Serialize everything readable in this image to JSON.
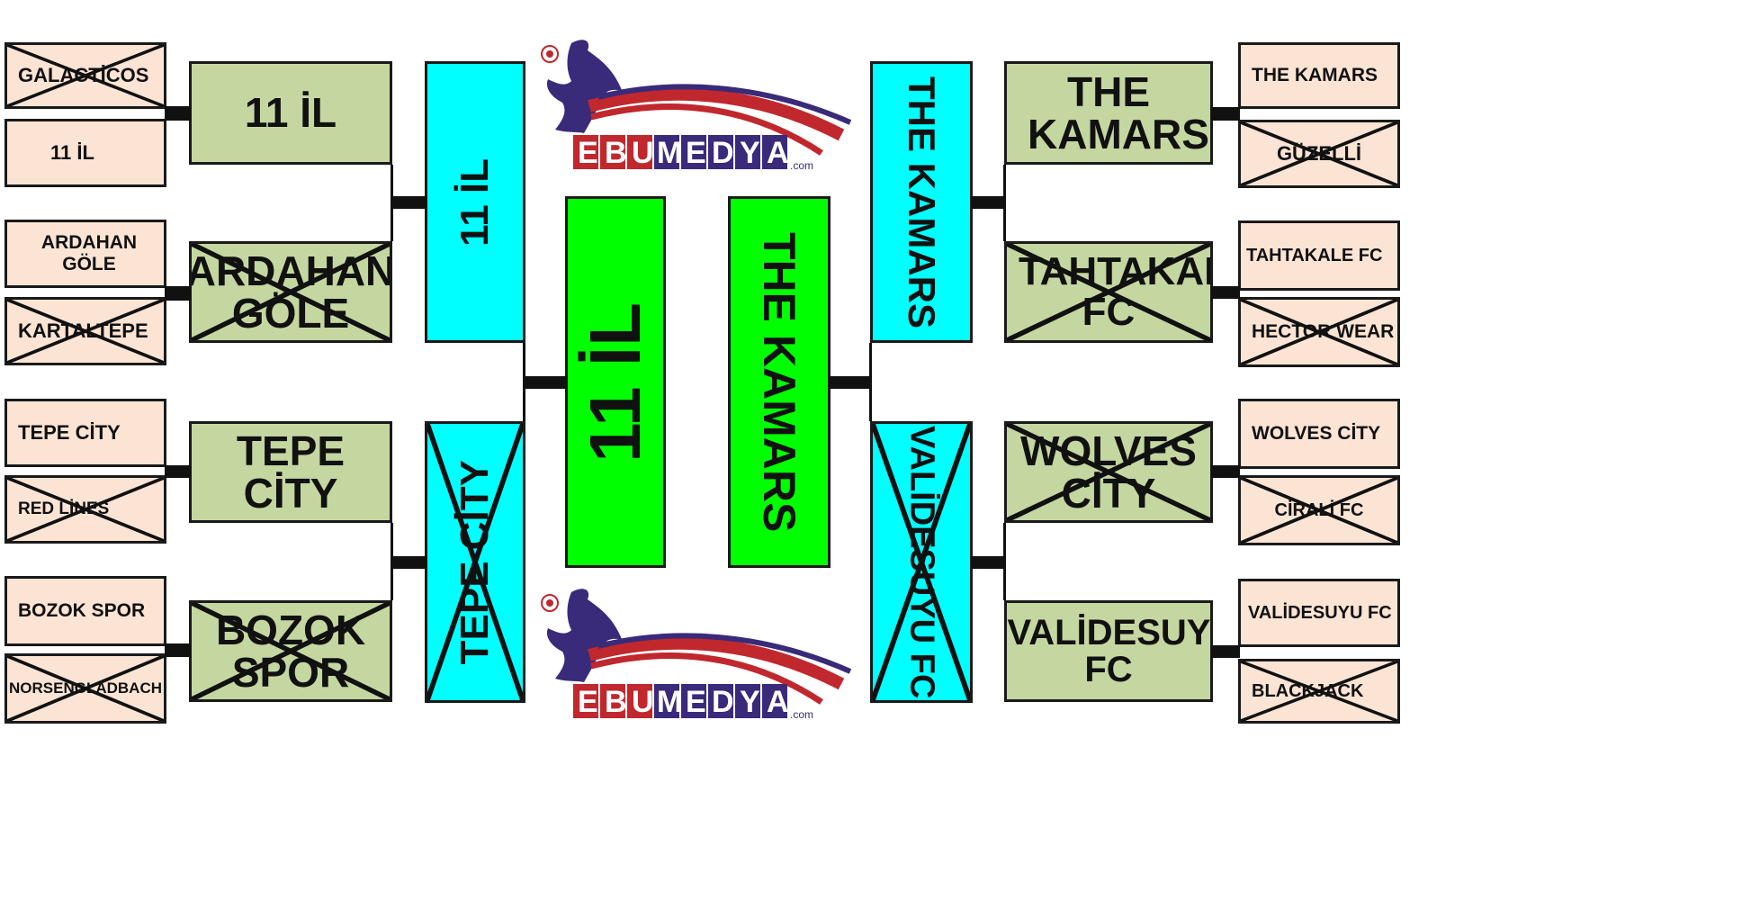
{
  "bracket": {
    "left": {
      "round1": [
        "GALACTİCOS",
        "11 İL",
        "ARDAHAN GÖLE",
        "KARTALTEPE",
        "TEPE CİTY",
        "RED LİNES",
        "BOZOK SPOR",
        "NORSENGLADBACH"
      ],
      "round2": [
        "11 İL",
        "ARDAHAN GÖLE",
        "TEPE CİTY",
        "BOZOK SPOR"
      ],
      "round3": [
        "11 İL",
        "TEPE CİTY"
      ],
      "final": "11 İL"
    },
    "right": {
      "round1": [
        "THE KAMARS",
        "GÜZELLİ",
        "TAHTAKALE FC",
        "HECTOR WEAR",
        "WOLVES CİTY",
        "CİRALİ FC",
        "VALİDESUYU FC",
        "BLACKJACK"
      ],
      "round2": [
        "THE KAMARS",
        "TAHTAKALE FC",
        "WOLVES CİTY",
        "VALİDESUYU FC"
      ],
      "round3": [
        "THE KAMARS",
        "VALİDESUYU FC"
      ],
      "final": "THE KAMARS"
    }
  },
  "logo": {
    "letters": [
      "E",
      "B",
      "U",
      "M",
      "E",
      "D",
      "Y",
      "A"
    ],
    "suffix": ".com"
  },
  "colors": {
    "round1": "#fce4d4",
    "round2": "#c5d7a0",
    "round3": "#00ffff",
    "final": "#00ff00",
    "logo_red": "#c0282d",
    "logo_navy": "#3a2a7a"
  }
}
